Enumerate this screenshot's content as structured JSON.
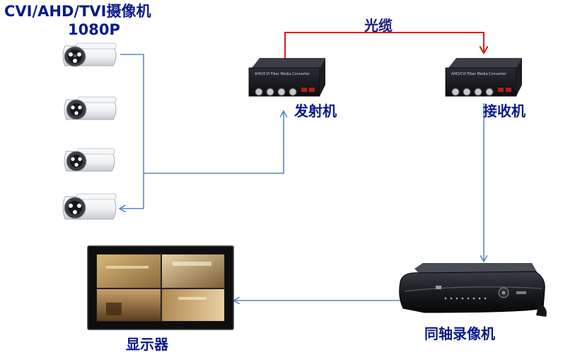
{
  "diagram": {
    "camera_title_line1": "CVI/AHD/TVI摄像机",
    "camera_title_line2": "1080P",
    "fiber_label": "光缆",
    "transmitter_label": "发射机",
    "receiver_label": "接收机",
    "dvr_label": "同轴录像机",
    "monitor_label": "显示器",
    "converter_device_text": "AHD/CVI Fiber Media Converter"
  },
  "colors": {
    "label_text": "#0a1a8c",
    "coax_line": "#5b86c4",
    "fiber_line": "#e01818"
  },
  "icons": [
    "bullet-camera",
    "fiber-transmitter",
    "fiber-receiver",
    "dvr-recorder",
    "lcd-monitor"
  ]
}
